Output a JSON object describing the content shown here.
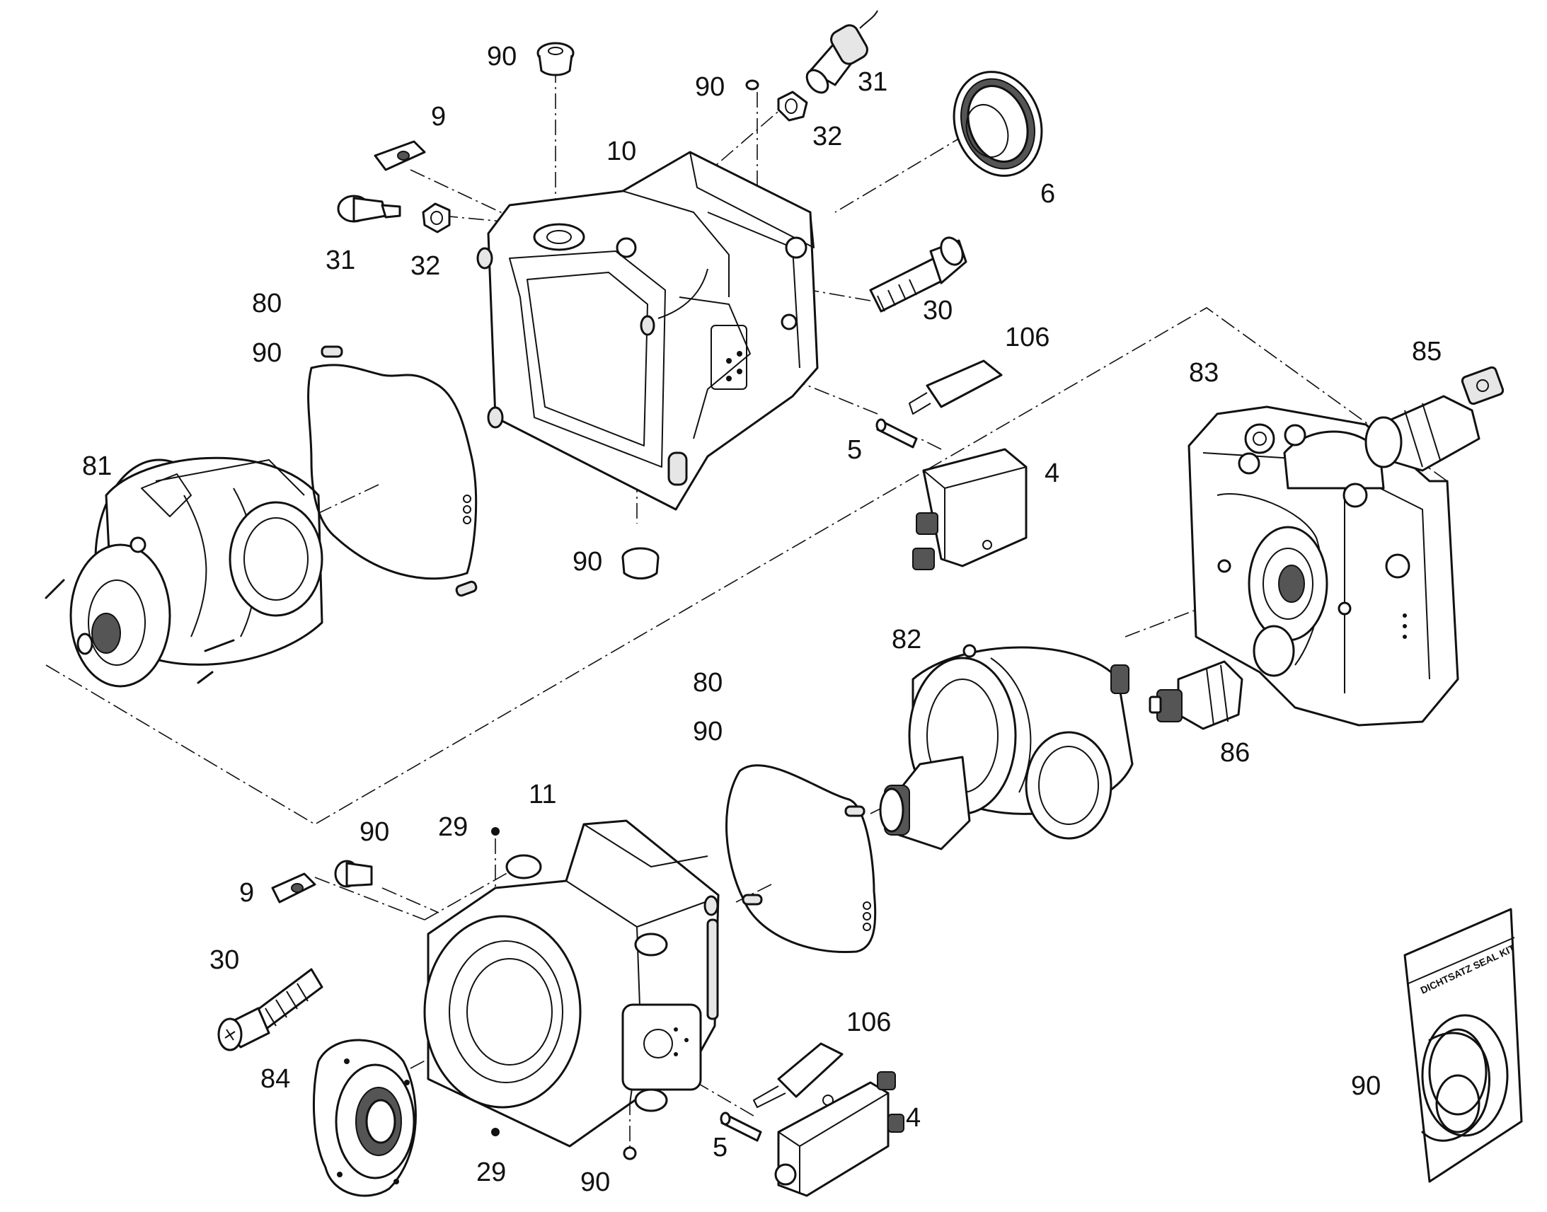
{
  "labels": {
    "p10": "10",
    "p11": "11",
    "p9a": "9",
    "p9b": "9",
    "p31a": "31",
    "p31b": "31",
    "p32a": "32",
    "p32b": "32",
    "p6": "6",
    "p30a": "30",
    "p30b": "30",
    "p106a": "106",
    "p106b": "106",
    "p5a": "5",
    "p5b": "5",
    "p4a": "4",
    "p4b": "4",
    "p80a": "80",
    "p80b": "80",
    "p81": "81",
    "p82": "82",
    "p83": "83",
    "p84": "84",
    "p85": "85",
    "p86": "86",
    "p29a": "29",
    "p29b": "29",
    "p90a": "90",
    "p90b": "90",
    "p90c": "90",
    "p90d": "90",
    "p90e": "90",
    "p90f": "90",
    "p90g": "90",
    "p90h": "90"
  },
  "seal_kit_text": "DICHTSATZ SEAL KIT",
  "line_color": "#111111",
  "background": "#ffffff"
}
